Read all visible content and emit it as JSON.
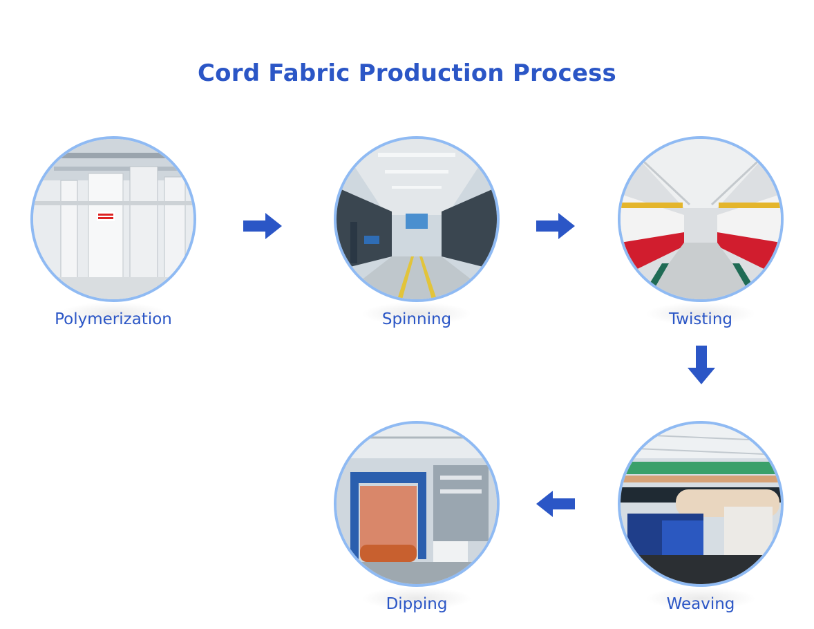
{
  "title": "Cord Fabric Production Process",
  "steps": [
    {
      "label": "Polymerization",
      "icon": "polymerization-plant-photo"
    },
    {
      "label": "Spinning",
      "icon": "spinning-hall-photo"
    },
    {
      "label": "Twisting",
      "icon": "twisting-machines-photo"
    },
    {
      "label": "Weaving",
      "icon": "weaving-loom-photo"
    },
    {
      "label": "Dipping",
      "icon": "dipping-line-photo"
    }
  ],
  "colors": {
    "accent": "#2b56c6",
    "ring": "#8fbaf3",
    "arrow": "#2b56c6"
  }
}
